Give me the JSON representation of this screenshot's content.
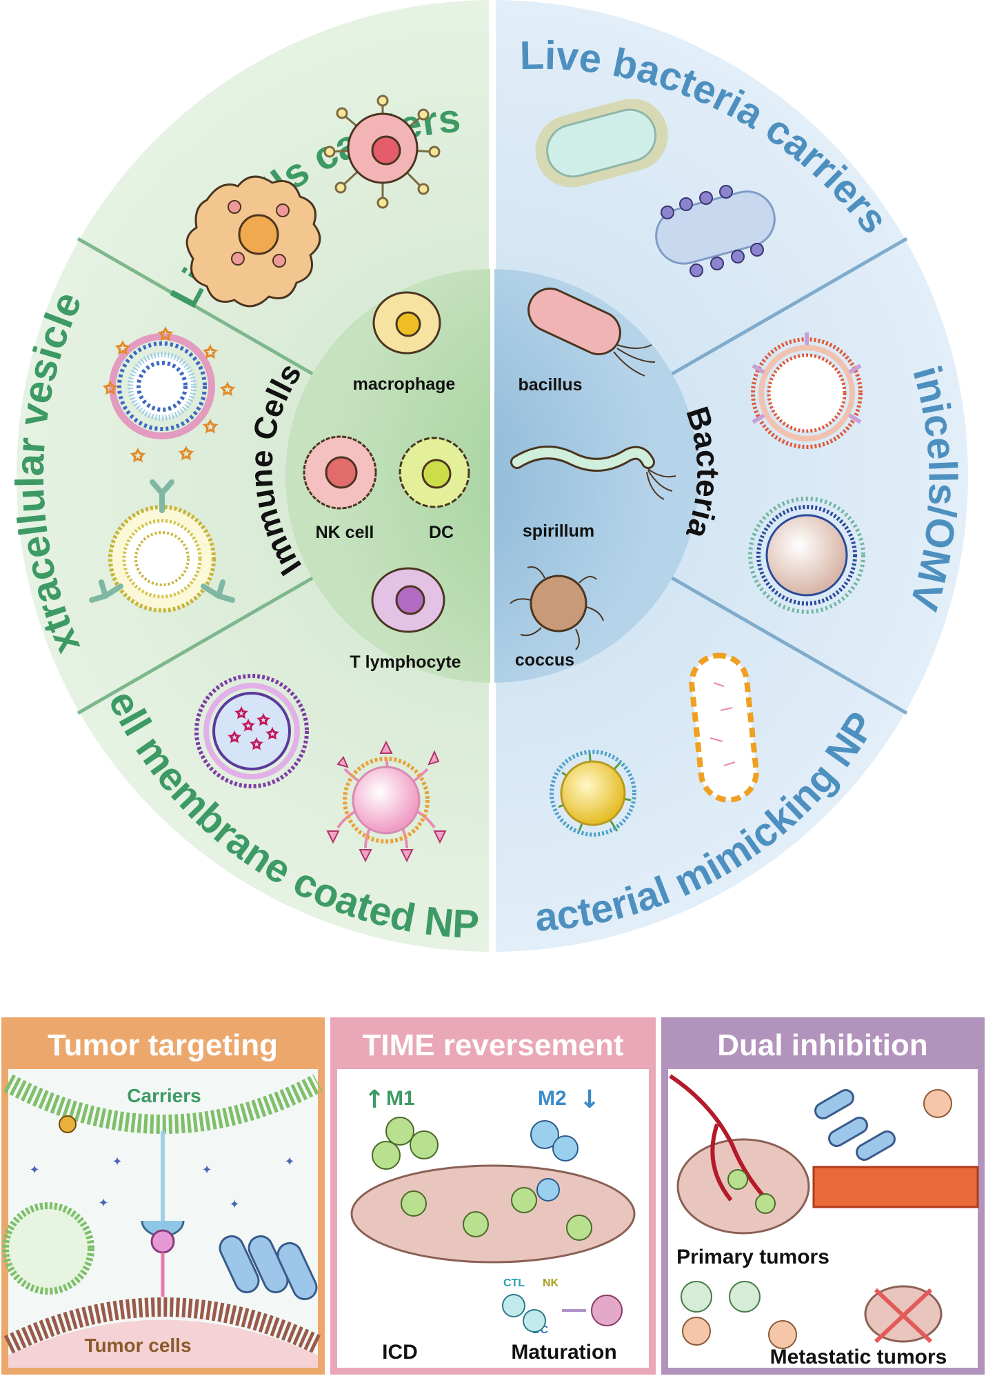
{
  "wheel": {
    "left_sectors": {
      "top": "Live cells carriers",
      "middle": "Extracellular vesicles",
      "bottom": "Cell membrane coated NPs"
    },
    "right_sectors": {
      "top": "Live bacteria carriers",
      "middle": "Minicells/OMVs",
      "bottom": "Bacterial mimicking NPs"
    },
    "immune_core": {
      "title": "Immune Cells",
      "cells": [
        "macrophage",
        "NK cell",
        "DC",
        "T lymphocyte"
      ]
    },
    "bacteria_core": {
      "title": "Bacteria",
      "cells": [
        "bacillus",
        "spirillum",
        "coccus"
      ]
    }
  },
  "panels": [
    {
      "title": "Tumor targeting",
      "labels": {
        "carriers": "Carriers",
        "tumor": "Tumor cells"
      }
    },
    {
      "title": "TIME reversement",
      "labels": {
        "m1": "M1",
        "m2": "M2",
        "icd": "ICD",
        "maturation": "Maturation",
        "ctl": "CTL",
        "nk": "NK",
        "dc": "DC"
      }
    },
    {
      "title": "Dual inhibition",
      "labels": {
        "primary": "Primary tumors",
        "metastatic": "Metastatic tumors"
      }
    }
  ],
  "colors": {
    "green_text": "#3d9a64",
    "blue_text": "#4d90bf",
    "panel1": "#eca86c",
    "panel2": "#e9a7b8",
    "panel3": "#b293bc"
  }
}
